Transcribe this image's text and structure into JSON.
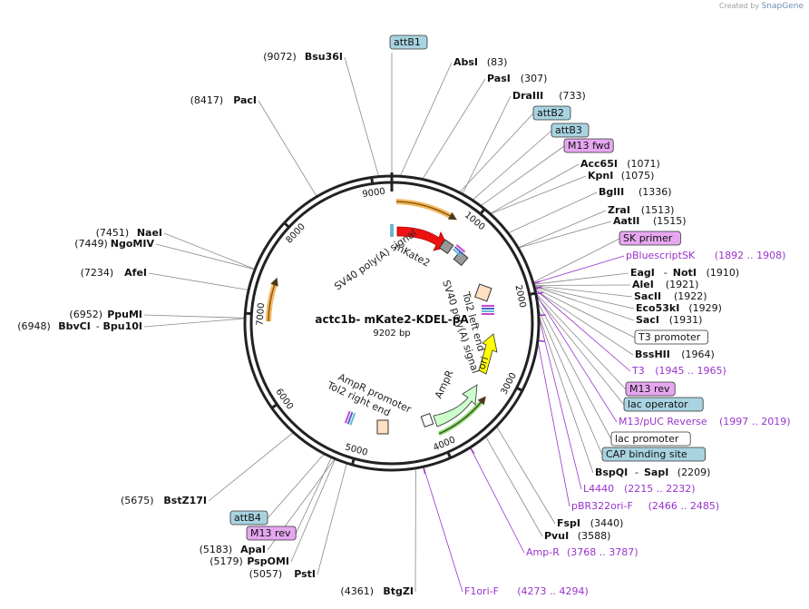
{
  "header": {
    "credit_prefix": "Created by",
    "credit_brand": "SnapGene"
  },
  "plasmid": {
    "name": "actc1b- mKate2-KDEL-pA",
    "length_label": "9202 bp",
    "total_bp": 9202
  },
  "colors": {
    "purple": "#9933cc",
    "feature_blue": "#a8d3e0",
    "primer_pink": "#e6a7f0",
    "mKate2_red": "#ee1111",
    "ori_yellow": "#ffff00",
    "ampR_green": "#ccffcc",
    "orange": "#f4b860"
  },
  "ticks": [
    {
      "bp": 1000,
      "label": "1000"
    },
    {
      "bp": 2000,
      "label": "2000"
    },
    {
      "bp": 3000,
      "label": "3000"
    },
    {
      "bp": 4000,
      "label": "4000"
    },
    {
      "bp": 5000,
      "label": "5000"
    },
    {
      "bp": 6000,
      "label": "6000"
    },
    {
      "bp": 7000,
      "label": "7000"
    },
    {
      "bp": 8000,
      "label": "8000"
    },
    {
      "bp": 9000,
      "label": "9000"
    }
  ],
  "sites": [
    {
      "id": "bsu36i",
      "pos": 9072,
      "kind": "enzyme",
      "side": "left",
      "name": "Bsu36I",
      "num": "(9072)"
    },
    {
      "id": "attb1",
      "pos": 9202,
      "kind": "feature",
      "side": "right",
      "name": "attB1"
    },
    {
      "id": "absi",
      "pos": 83,
      "kind": "enzyme",
      "side": "right",
      "name": "AbsI",
      "num": "(83)"
    },
    {
      "id": "pasi",
      "pos": 307,
      "kind": "enzyme",
      "side": "right",
      "name": "PasI",
      "num": "(307)"
    },
    {
      "id": "draiii",
      "pos": 733,
      "kind": "enzyme",
      "side": "right",
      "name": "DraIII",
      "num": "(733)"
    },
    {
      "id": "attb2",
      "pos": 700,
      "kind": "feature",
      "side": "right",
      "name": "attB2"
    },
    {
      "id": "attb3",
      "pos": 850,
      "kind": "feature",
      "side": "right",
      "name": "attB3"
    },
    {
      "id": "m13fwd",
      "pos": 950,
      "kind": "primer",
      "side": "right",
      "name": "M13 fwd"
    },
    {
      "id": "acc65i",
      "pos": 1071,
      "kind": "enzyme",
      "side": "right",
      "name": "Acc65I",
      "num": "(1071)"
    },
    {
      "id": "kpni",
      "pos": 1075,
      "kind": "enzyme",
      "side": "right",
      "name": "KpnI",
      "num": "(1075)"
    },
    {
      "id": "bglii",
      "pos": 1336,
      "kind": "enzyme",
      "side": "right",
      "name": "BglII",
      "num": "(1336)"
    },
    {
      "id": "zrai",
      "pos": 1513,
      "kind": "enzyme",
      "side": "right",
      "name": "ZraI",
      "num": "(1513)"
    },
    {
      "id": "aatii",
      "pos": 1515,
      "kind": "enzyme",
      "side": "right",
      "name": "AatII",
      "num": "(1515)"
    },
    {
      "id": "skprimer",
      "pos": 1890,
      "kind": "primer",
      "side": "right",
      "name": "SK primer"
    },
    {
      "id": "pbluescriptsk",
      "pos": 1900,
      "kind": "purple",
      "side": "right",
      "name": "pBluescriptSK",
      "num": "(1892 .. 1908)"
    },
    {
      "id": "eagi",
      "pos": 1910,
      "kind": "enzyme",
      "side": "right",
      "name": "EagI",
      "name2": "NotI",
      "num": "(1910)"
    },
    {
      "id": "alei",
      "pos": 1921,
      "kind": "enzyme",
      "side": "right",
      "name": "AleI",
      "num": "(1921)"
    },
    {
      "id": "sacii",
      "pos": 1922,
      "kind": "enzyme",
      "side": "right",
      "name": "SacII",
      "num": "(1922)"
    },
    {
      "id": "eco53ki",
      "pos": 1929,
      "kind": "enzyme",
      "side": "right",
      "name": "Eco53kI",
      "num": "(1929)"
    },
    {
      "id": "saci",
      "pos": 1931,
      "kind": "enzyme",
      "side": "right",
      "name": "SacI",
      "num": "(1931)"
    },
    {
      "id": "t3promoter",
      "pos": 1945,
      "kind": "box",
      "side": "right",
      "name": "T3 promoter"
    },
    {
      "id": "bsshii",
      "pos": 1964,
      "kind": "enzyme",
      "side": "right",
      "name": "BssHII",
      "num": "(1964)"
    },
    {
      "id": "t3",
      "pos": 1955,
      "kind": "purple",
      "side": "right",
      "name": "T3",
      "num": "(1945 .. 1965)"
    },
    {
      "id": "m13rev_a",
      "pos": 2000,
      "kind": "primer",
      "side": "right",
      "name": "M13 rev"
    },
    {
      "id": "lacoperator",
      "pos": 2030,
      "kind": "feature",
      "side": "right",
      "name": "lac operator"
    },
    {
      "id": "m13puc",
      "pos": 2008,
      "kind": "purple",
      "side": "right",
      "name": "M13/pUC Reverse",
      "num": "(1997 .. 2019)"
    },
    {
      "id": "lacpromoter",
      "pos": 2080,
      "kind": "box",
      "side": "right",
      "name": "lac promoter"
    },
    {
      "id": "capbinding",
      "pos": 2150,
      "kind": "feature",
      "side": "right",
      "name": "CAP binding site"
    },
    {
      "id": "bspqi",
      "pos": 2209,
      "kind": "enzyme",
      "side": "right",
      "name": "BspQI",
      "name2": "SapI",
      "num": "(2209)"
    },
    {
      "id": "l4440",
      "pos": 2223,
      "kind": "purple",
      "side": "right",
      "name": "L4440",
      "num": "(2215 .. 2232)"
    },
    {
      "id": "pbr322ori",
      "pos": 2475,
      "kind": "purple",
      "side": "right",
      "name": "pBR322ori-F",
      "num": "(2466 .. 2485)"
    },
    {
      "id": "fspi",
      "pos": 3440,
      "kind": "enzyme",
      "side": "right",
      "name": "FspI",
      "num": "(3440)"
    },
    {
      "id": "pvui",
      "pos": 3588,
      "kind": "enzyme",
      "side": "right",
      "name": "PvuI",
      "num": "(3588)"
    },
    {
      "id": "ampr_f",
      "pos": 3777,
      "kind": "purple",
      "side": "right",
      "name": "Amp-R",
      "num": "(3768 .. 3787)"
    },
    {
      "id": "f1ori",
      "pos": 4283,
      "kind": "purple",
      "side": "right",
      "name": "F1ori-F",
      "num": "(4273 .. 4294)"
    },
    {
      "id": "btgzi",
      "pos": 4361,
      "kind": "enzyme",
      "side": "left",
      "name": "BtgZI",
      "num": "(4361)"
    },
    {
      "id": "psti",
      "pos": 5057,
      "kind": "enzyme",
      "side": "left",
      "name": "PstI",
      "num": "(5057)"
    },
    {
      "id": "pspomi",
      "pos": 5179,
      "kind": "enzyme",
      "side": "left",
      "name": "PspOMI",
      "num": "(5179)"
    },
    {
      "id": "apai",
      "pos": 5183,
      "kind": "enzyme",
      "side": "left",
      "name": "ApaI",
      "num": "(5183)"
    },
    {
      "id": "m13rev_b",
      "pos": 5220,
      "kind": "primer",
      "side": "left",
      "name": "M13 rev"
    },
    {
      "id": "attb4",
      "pos": 5300,
      "kind": "feature",
      "side": "left",
      "name": "attB4"
    },
    {
      "id": "bstz17i",
      "pos": 5675,
      "kind": "enzyme",
      "side": "left",
      "name": "BstZ17I",
      "num": "(5675)"
    },
    {
      "id": "bbvci",
      "pos": 6948,
      "kind": "enzyme",
      "side": "left",
      "name": "BbvCI",
      "name2": "Bpu10I",
      "num": "(6948)"
    },
    {
      "id": "ppumi",
      "pos": 6952,
      "kind": "enzyme",
      "side": "left",
      "name": "PpuMI",
      "num": "(6952)"
    },
    {
      "id": "afei",
      "pos": 7234,
      "kind": "enzyme",
      "side": "left",
      "name": "AfeI",
      "num": "(7234)"
    },
    {
      "id": "ngomiv",
      "pos": 7449,
      "kind": "enzyme",
      "side": "left",
      "name": "NgoMIV",
      "num": "(7449)"
    },
    {
      "id": "naei",
      "pos": 7451,
      "kind": "enzyme",
      "side": "left",
      "name": "NaeI",
      "num": "(7451)"
    },
    {
      "id": "paci",
      "pos": 8417,
      "kind": "enzyme",
      "side": "left",
      "name": "PacI",
      "num": "(8417)"
    }
  ],
  "inner_features": [
    {
      "id": "mkate2",
      "name": "mKate2",
      "color": "#ee1111"
    },
    {
      "id": "sv40pa_left",
      "name": "SV40 poly(A) signal"
    },
    {
      "id": "tol2_left",
      "name": "Tol2 left end"
    },
    {
      "id": "sv40pa_right",
      "name": "SV40 poly(A) signal"
    },
    {
      "id": "ori",
      "name": "ori",
      "color": "#ffff00"
    },
    {
      "id": "ampr",
      "name": "AmpR",
      "color": "#ccffcc"
    },
    {
      "id": "ampr_promoter",
      "name": "AmpR promoter"
    },
    {
      "id": "tol2_right",
      "name": "Tol2 right end"
    }
  ]
}
